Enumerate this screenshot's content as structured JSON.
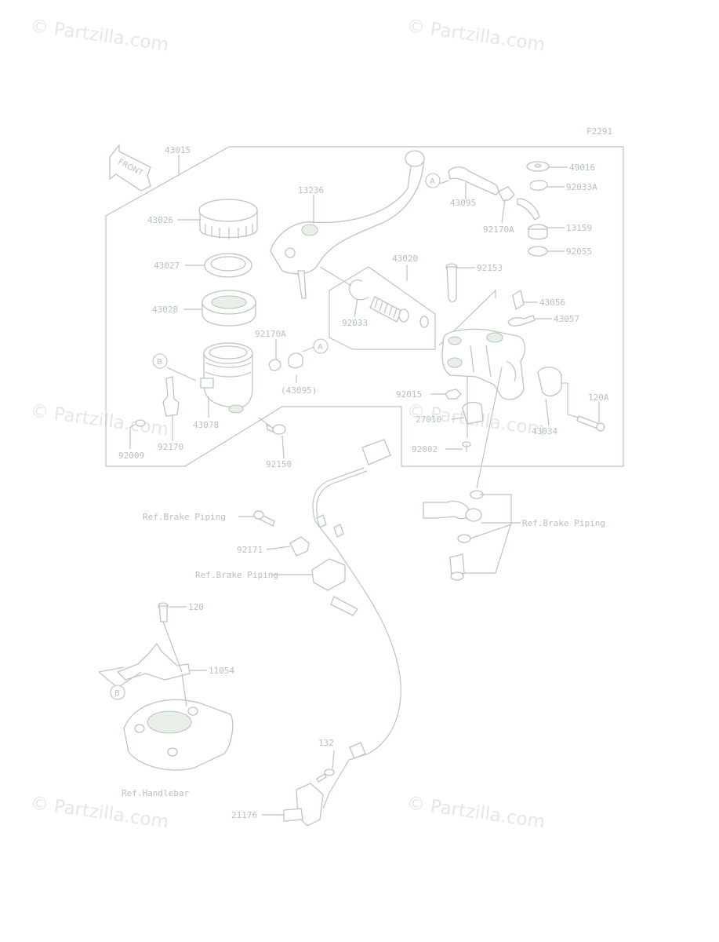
{
  "figure_code": "F2291",
  "front_arrow_text": "FRONT",
  "watermark_text": "© Partzilla.com",
  "callout_a": "A",
  "callout_b": "B",
  "labels": {
    "p43015": "43015",
    "p13236": "13236",
    "p43026": "43026",
    "p43027": "43027",
    "p43028": "43028",
    "p43020": "43020",
    "p92033": "92033",
    "p92170A_left": "92170A",
    "p43095_paren": "(43095)",
    "p43078": "43078",
    "p92170": "92170",
    "p92009": "92009",
    "p92150": "92150",
    "p43095": "43095",
    "p92170A_right": "92170A",
    "p49016": "49016",
    "p92033A": "92033A",
    "p13159": "13159",
    "p92055": "92055",
    "p92153": "92153",
    "p43056": "43056",
    "p43057": "43057",
    "p92015": "92015",
    "p27010": "27010",
    "p43034": "43034",
    "p120A": "120A",
    "p92002": "92002",
    "ref_brake_1": "Ref.Brake Piping",
    "ref_brake_2": "Ref.Brake Piping",
    "ref_brake_3": "Ref.Brake Piping",
    "p92171": "92171",
    "p120": "120",
    "p11054": "11054",
    "ref_handlebar": "Ref.Handlebar",
    "p132": "132",
    "p21176": "21176"
  }
}
